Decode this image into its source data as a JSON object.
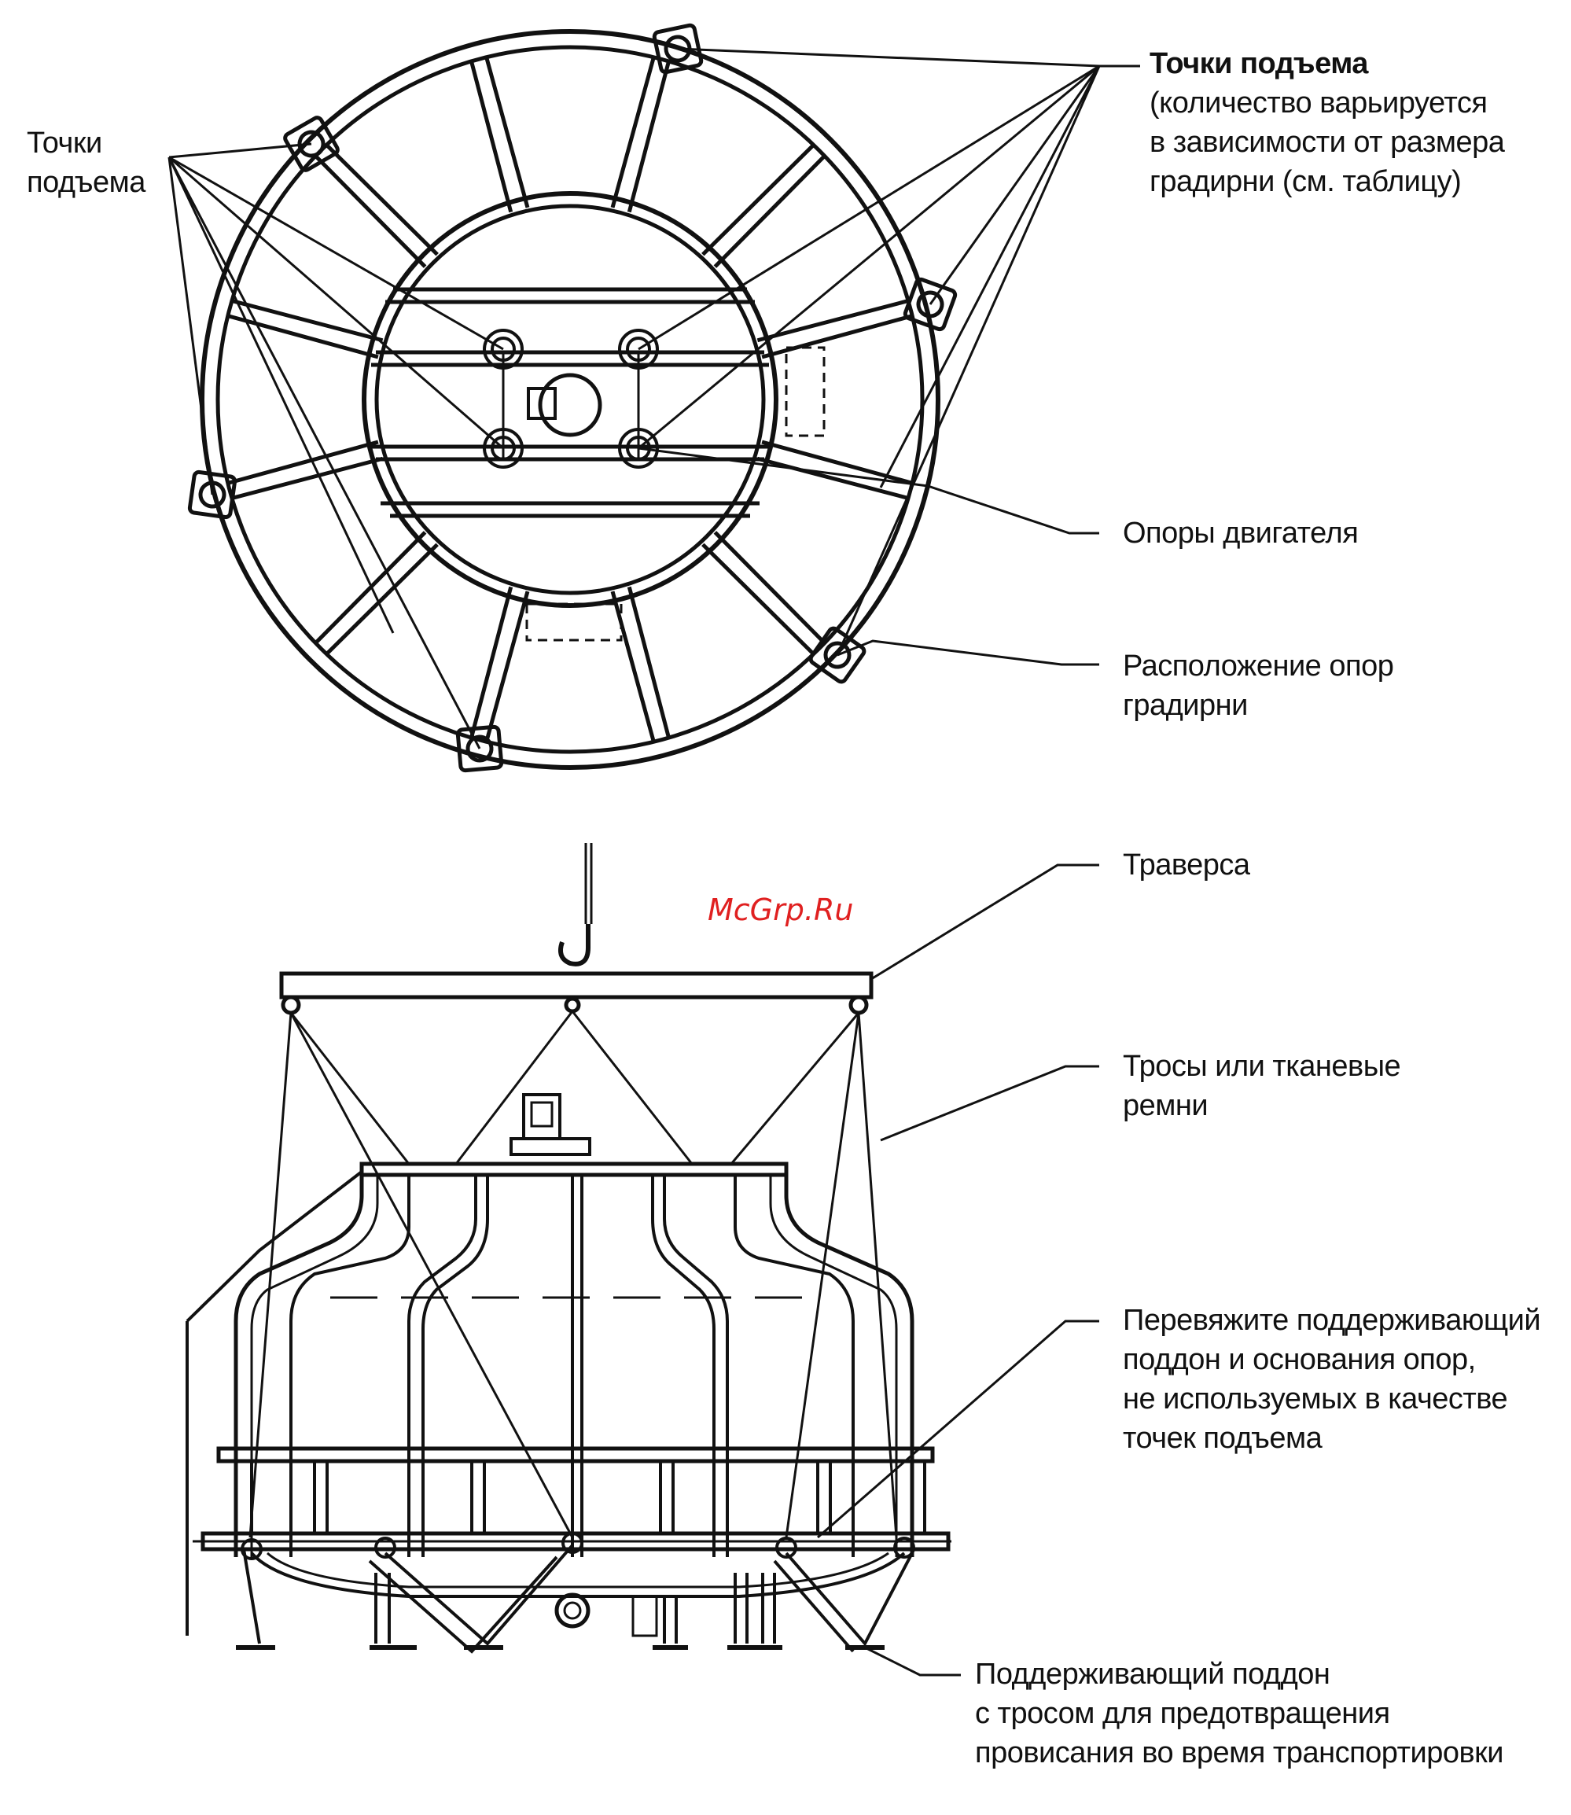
{
  "watermark": "McGrp.Ru",
  "labels": {
    "lift_points_left": [
      "Точки",
      "подъема"
    ],
    "lift_points_right": [
      "Точки подъема",
      "(количество варьируется",
      "в зависимости от размера",
      "градирни (см. таблицу)"
    ],
    "motor_supports": [
      "Опоры двигателя"
    ],
    "tower_supports": [
      "Расположение опор",
      "градирни"
    ],
    "traverse": [
      "Траверса"
    ],
    "ropes": [
      "Тросы или тканевые",
      "ремни"
    ],
    "tie_pallet": [
      "Перевяжите поддерживающий",
      "поддон и основания опор,",
      "не используемых в качестве",
      "точек подъема"
    ],
    "support_pallet": [
      "Поддерживающий поддон",
      "с тросом для предотвращения",
      "провисания во время транспортировки"
    ]
  },
  "colors": {
    "line": "#111111",
    "watermark": "#e02020",
    "background": "#ffffff"
  }
}
